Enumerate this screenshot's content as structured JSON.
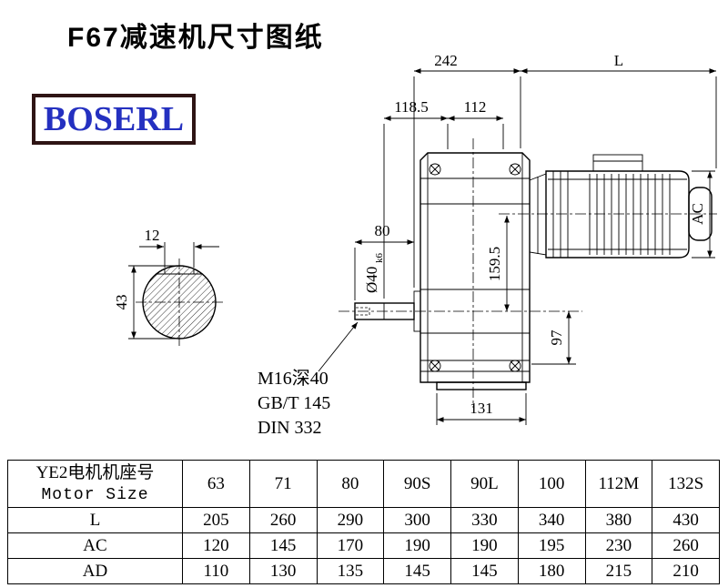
{
  "page": {
    "title": "F67减速机尺寸图纸"
  },
  "logo": {
    "text": "BOSERL"
  },
  "drawing": {
    "dim_242": "242",
    "dim_L": "L",
    "dim_118_5": "118.5",
    "dim_112": "112",
    "dim_80": "80",
    "dim_shaft_dia": "Ø40",
    "dim_shaft_tol": "k6",
    "dim_159_5": "159.5",
    "dim_AC": "AC",
    "dim_97": "97",
    "dim_131": "131",
    "dim_12": "12",
    "dim_43": "43",
    "note_thread": "M16深40",
    "note_gb": "GB/T 145",
    "note_din": "DIN 332"
  },
  "table": {
    "header": {
      "line1": "YE2电机机座号",
      "line2": "Motor Size"
    },
    "motor_sizes": [
      "63",
      "71",
      "80",
      "90S",
      "90L",
      "100",
      "112M",
      "132S"
    ],
    "rows": [
      {
        "label": "L",
        "values": [
          "205",
          "260",
          "290",
          "300",
          "330",
          "340",
          "380",
          "430"
        ]
      },
      {
        "label": "AC",
        "values": [
          "120",
          "145",
          "170",
          "190",
          "190",
          "195",
          "230",
          "260"
        ]
      },
      {
        "label": "AD",
        "values": [
          "110",
          "130",
          "135",
          "145",
          "145",
          "180",
          "215",
          "210"
        ]
      }
    ]
  }
}
